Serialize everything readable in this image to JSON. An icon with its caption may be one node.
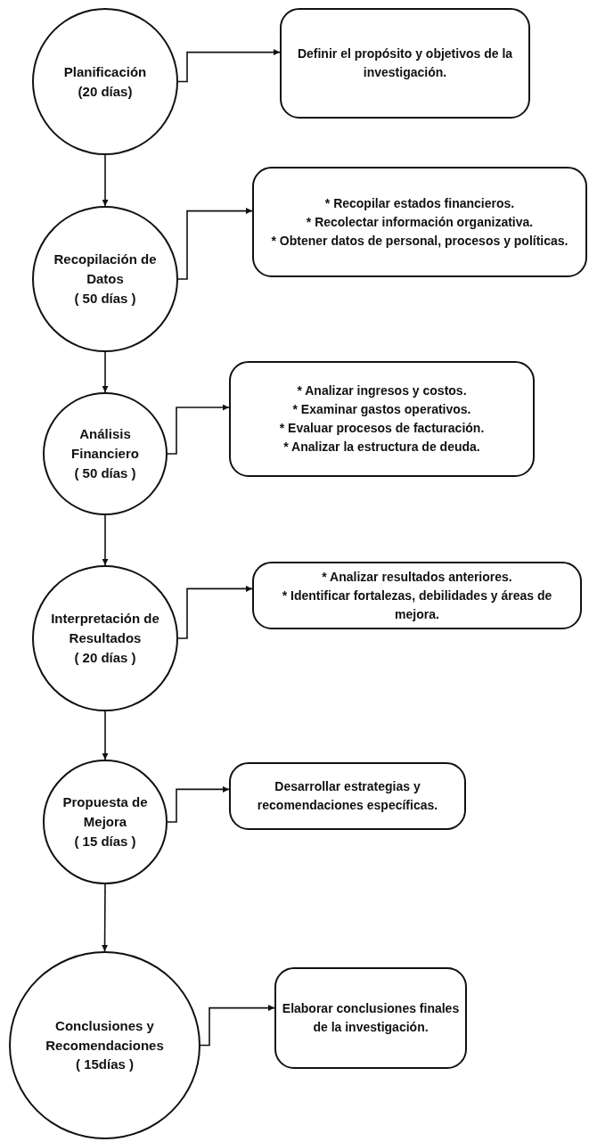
{
  "diagram": {
    "nodes": [
      {
        "text": [
          "Planificación",
          "(20 días)"
        ]
      },
      {
        "text": [
          "Definir el propósito y objetivos de la investigación."
        ]
      },
      {
        "text": [
          "Recopilación de Datos",
          "( 50 días )"
        ]
      },
      {
        "text": [
          "* Recopilar estados financieros.",
          "* Recolectar información organizativa.",
          "* Obtener datos de personal, procesos y políticas."
        ]
      },
      {
        "text": [
          "Análisis Financiero",
          "( 50 días )"
        ]
      },
      {
        "text": [
          "* Analizar ingresos y costos.",
          "* Examinar gastos operativos.",
          "* Evaluar procesos de facturación.",
          "* Analizar la estructura de deuda."
        ]
      },
      {
        "text": [
          "Interpretación de Resultados",
          "( 20 días )"
        ]
      },
      {
        "text": [
          "* Analizar resultados anteriores.",
          "* Identificar fortalezas, debilidades y áreas de mejora."
        ]
      },
      {
        "text": [
          "Propuesta de Mejora",
          "( 15 días )"
        ]
      },
      {
        "text": [
          "Desarrollar estrategias y recomendaciones específicas."
        ]
      },
      {
        "text": [
          "Conclusiones y Recomendaciones",
          "( 15días )"
        ]
      },
      {
        "text": [
          "Elaborar conclusiones finales de la investigación."
        ]
      }
    ],
    "edges": [
      {
        "from": 0,
        "to": 1,
        "arrow": "to"
      },
      {
        "from": 0,
        "to": 2,
        "arrow": "to"
      },
      {
        "from": 2,
        "to": 3,
        "arrow": "to"
      },
      {
        "from": 2,
        "to": 4,
        "arrow": "to"
      },
      {
        "from": 4,
        "to": 5,
        "arrow": "to"
      },
      {
        "from": 4,
        "to": 6,
        "arrow": "to"
      },
      {
        "from": 6,
        "to": 7,
        "arrow": "to"
      },
      {
        "from": 6,
        "to": 8,
        "arrow": "to"
      },
      {
        "from": 8,
        "to": 9,
        "arrow": "to"
      },
      {
        "from": 8,
        "to": 10,
        "arrow": "to"
      },
      {
        "from": 10,
        "to": 11,
        "arrow": "to"
      }
    ]
  }
}
